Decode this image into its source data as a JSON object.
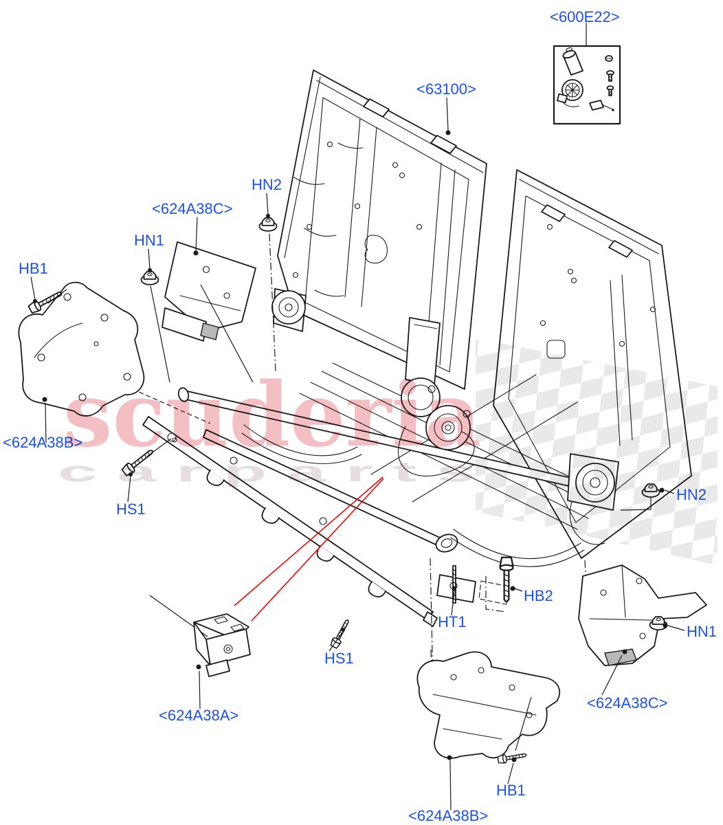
{
  "colors": {
    "accent_blue": "#1a4fff",
    "line_black": "#1a1a1a",
    "red_leader": "#ff0000",
    "watermark_pink": "#f3bfc3",
    "watermark_gray": "#e6dddf",
    "checker_gray": "#e9e9e9"
  },
  "watermark": {
    "brand": "scuderia",
    "subtitle": "c a r p a r t s"
  },
  "callouts": {
    "part_600e22": "<600E22>",
    "part_63100": "<63100>",
    "hn2_top": "HN2",
    "part_624a38c_top": "<624A38C>",
    "hn1_left": "HN1",
    "hb1_left": "HB1",
    "part_624a38b_left": "<624A38B>",
    "hs1_left": "HS1",
    "ht1": "HT1",
    "hb2": "HB2",
    "hs1_bottom": "HS1",
    "part_624a38a": "<624A38A>",
    "part_624a38b_bottom": "<624A38B>",
    "hb1_bottom": "HB1",
    "part_624a38c_bottom": "<624A38C>",
    "hn1_bottom": "HN1",
    "hn2_right": "HN2"
  }
}
